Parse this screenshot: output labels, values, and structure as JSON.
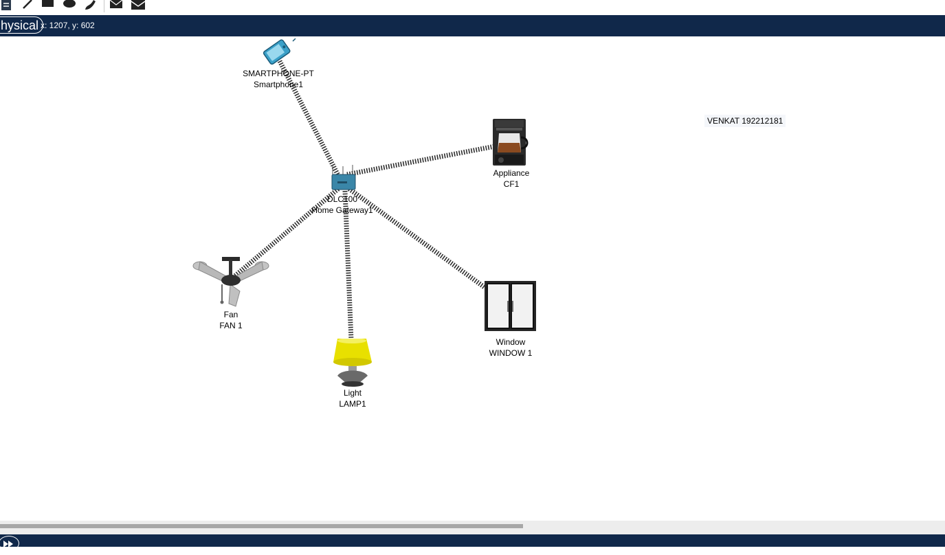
{
  "toolbar": {
    "icons": [
      "note-icon",
      "line-icon",
      "rectangle-icon",
      "ellipse-icon",
      "freeform-icon",
      "add-simple-pdu-icon",
      "add-complex-pdu-icon"
    ]
  },
  "topbar": {
    "mode_label": "hysical",
    "coordinates": "x: 1207, y: 602"
  },
  "devices": {
    "smartphone": {
      "model": "SMARTPHONE-PT",
      "name": "Smartphone1"
    },
    "gateway": {
      "model": "DLC100",
      "name": "Home Gateway1"
    },
    "appliance": {
      "model": "Appliance",
      "name": "CF1"
    },
    "fan": {
      "model": "Fan",
      "name": "FAN 1"
    },
    "light": {
      "model": "Light",
      "name": "LAMP1"
    },
    "window": {
      "model": "Window",
      "name": "WINDOW 1"
    }
  },
  "note": {
    "text": "VENKAT 192212181"
  },
  "colors": {
    "topbar_bg": "#10284a",
    "link_color": "#2e2e2e",
    "lamp_shade": "#e8e000"
  }
}
